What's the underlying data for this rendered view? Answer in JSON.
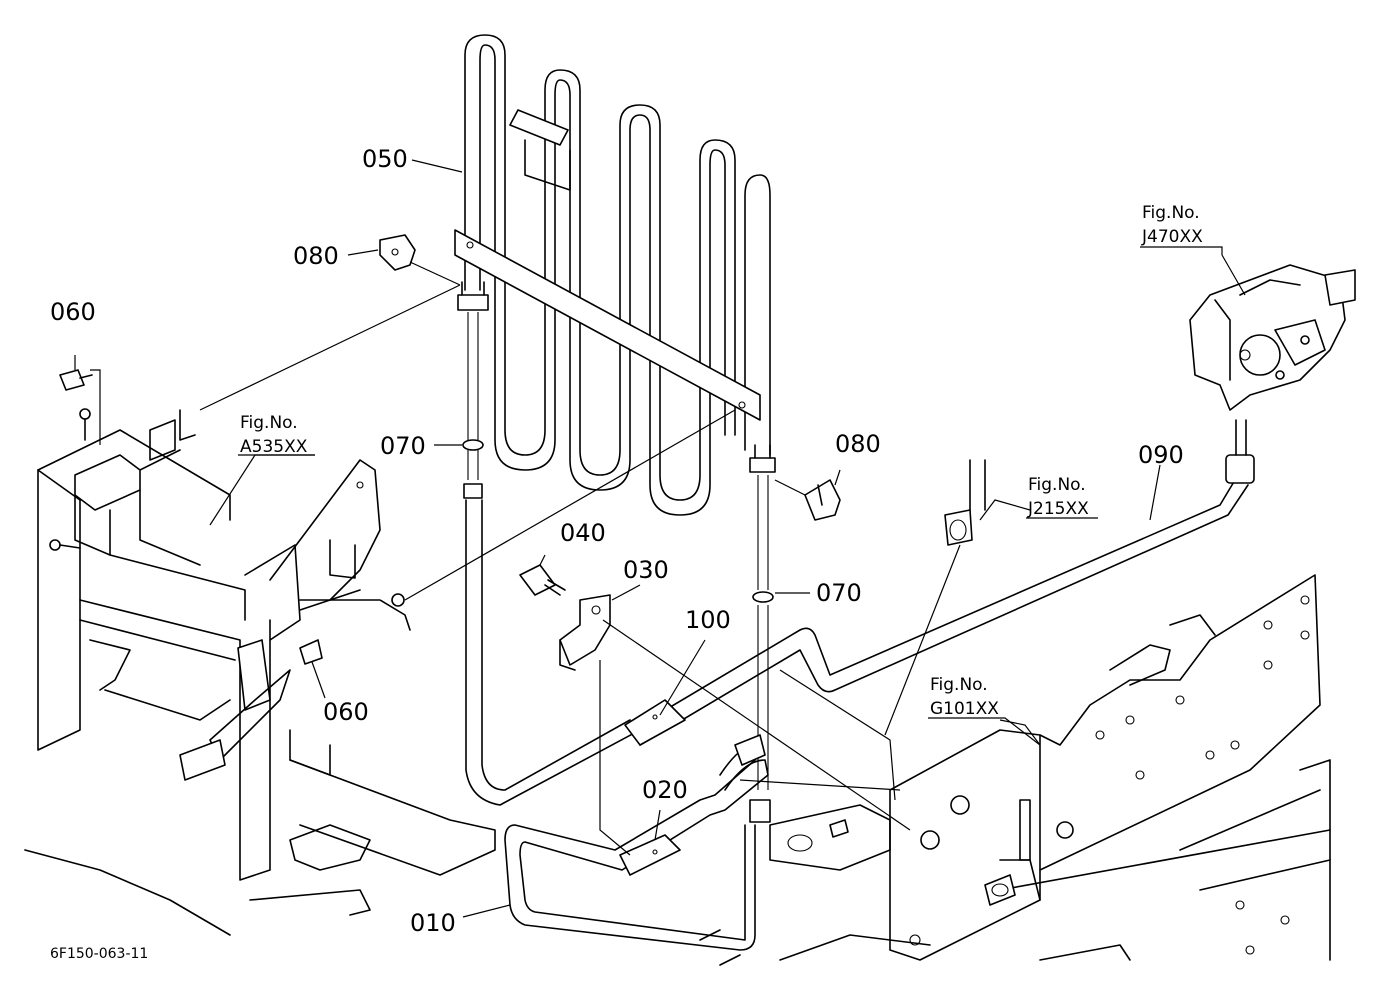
{
  "drawing_code": "6F150-063-11",
  "part_labels": {
    "p010": "010",
    "p020": "020",
    "p030": "030",
    "p040": "040",
    "p050": "050",
    "p060a": "060",
    "p060b": "060",
    "p070a": "070",
    "p070b": "070",
    "p080a": "080",
    "p080b": "080",
    "p090": "090",
    "p100": "100"
  },
  "figure_refs": {
    "a535": {
      "prefix": "Fig.No.",
      "code": "A535XX"
    },
    "j470": {
      "prefix": "Fig.No.",
      "code": "J470XX"
    },
    "j215": {
      "prefix": "Fig.No.",
      "code": "J215XX"
    },
    "g101": {
      "prefix": "Fig.No.",
      "code": "G101XX"
    }
  }
}
